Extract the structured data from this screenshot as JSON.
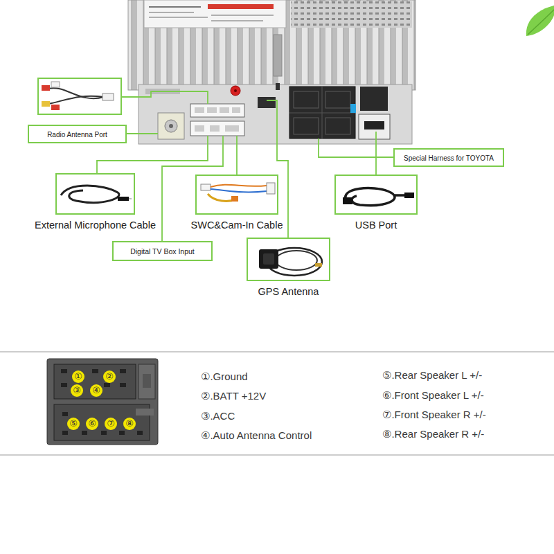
{
  "diagram": {
    "nodes": [
      {
        "text": [
          "Radio Antenna Port"
        ]
      },
      {
        "text": [
          "Special Harness for TOYOTA"
        ]
      },
      {
        "text": [
          "External Microphone Cable"
        ]
      },
      {
        "text": [
          "SWC&Cam-In Cable"
        ]
      },
      {
        "text": [
          "USB Port"
        ]
      },
      {
        "text": [
          "Digital TV Box Input"
        ]
      },
      {
        "text": [
          "GPS Antenna"
        ]
      }
    ],
    "labels": [
      "①",
      "②",
      "③",
      "④",
      "⑤",
      "⑥",
      "⑦",
      "⑧",
      "①.Ground",
      "②.BATT +12V",
      "③.ACC",
      "④.Auto Antenna Control",
      "⑤.Rear Speaker L +/-",
      "⑥.Front Speaker L +/-",
      "⑦.Front Speaker R +/-",
      "⑧.Rear Speaker R +/-"
    ]
  }
}
